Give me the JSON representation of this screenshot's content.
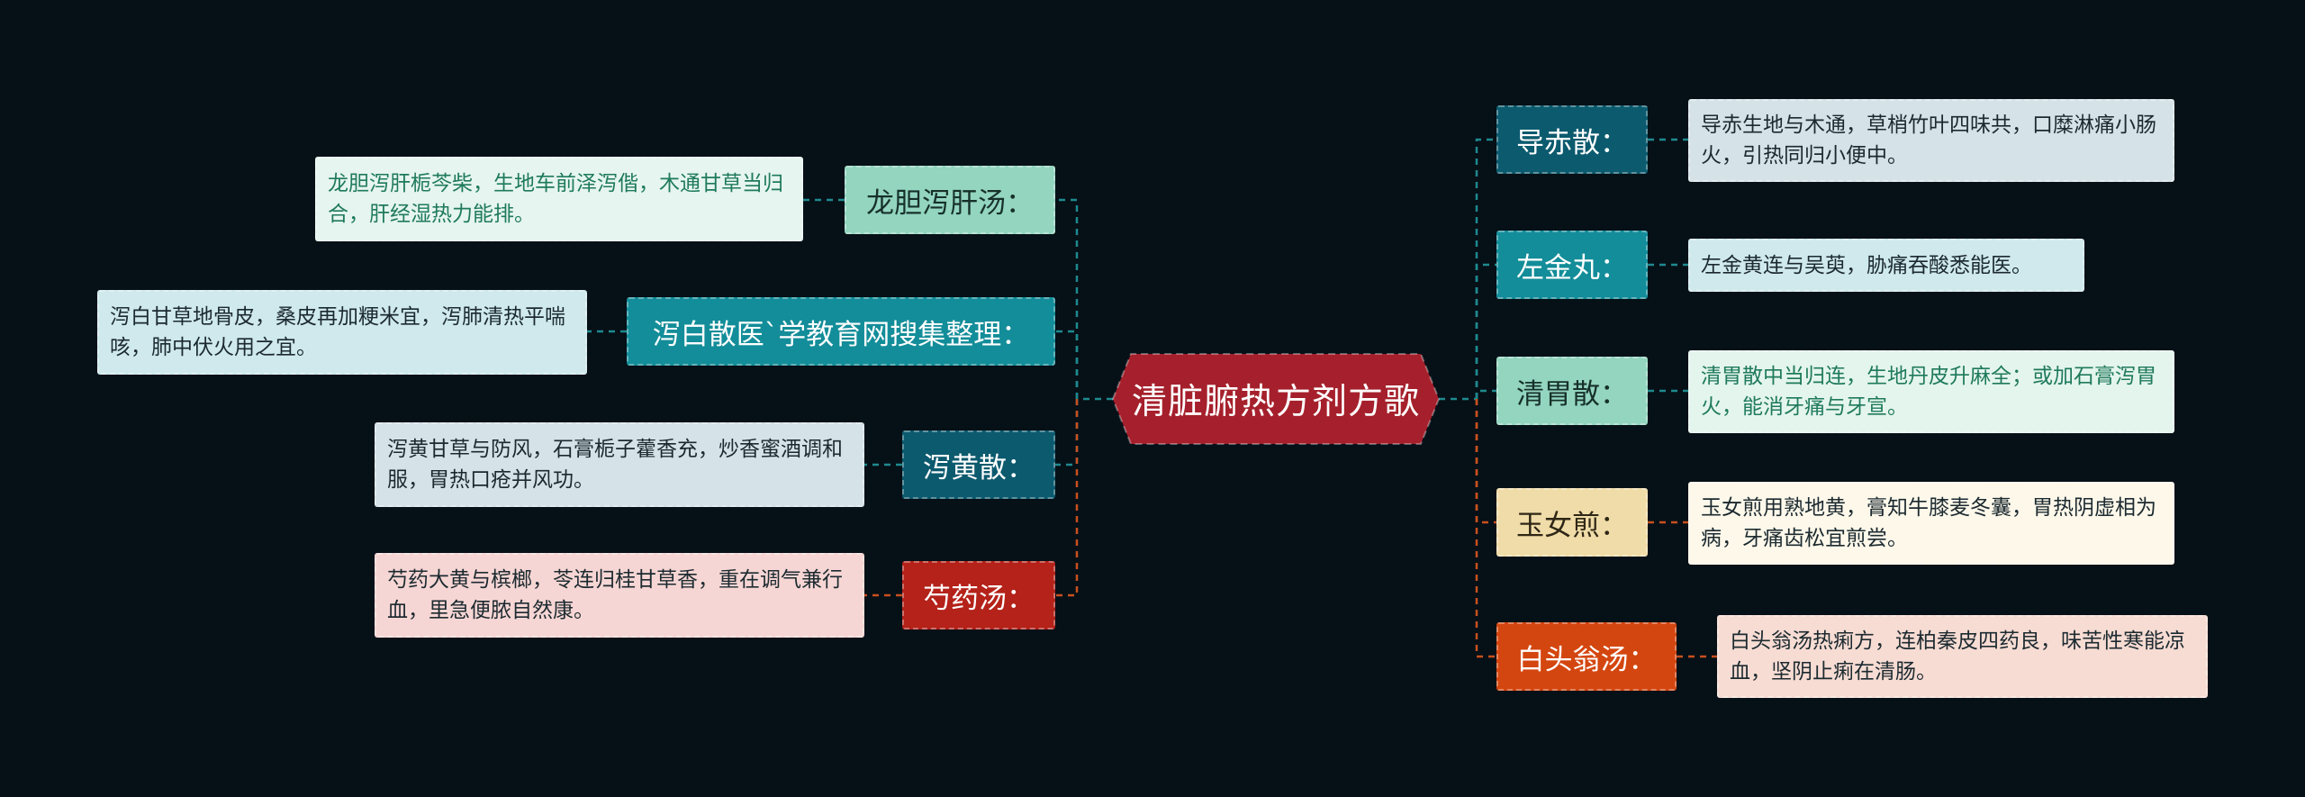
{
  "title": "清脏腑热方剂方歌",
  "colors": {
    "background": "#061017",
    "central": "#a5202c",
    "link_teal": "#1e8a8f",
    "link_orange": "#c8501e"
  },
  "right_branches": [
    {
      "topic": "导赤散：",
      "detail": "导赤生地与木通，草梢竹叶四味共，口糜淋痛小肠火，引热同归小便中。"
    },
    {
      "topic": "左金丸：",
      "detail": "左金黄连与吴萸，胁痛吞酸悉能医。"
    },
    {
      "topic": "清胃散：",
      "detail": "清胃散中当归连，生地丹皮升麻全；或加石膏泻胃火，能消牙痛与牙宣。"
    },
    {
      "topic": "玉女煎：",
      "detail": "玉女煎用熟地黄，膏知牛膝麦冬囊，胃热阴虚相为病，牙痛齿松宜煎尝。"
    },
    {
      "topic": "白头翁汤：",
      "detail": "白头翁汤热痢方，连柏秦皮四药良，味苦性寒能凉血，坚阴止痢在清肠。"
    }
  ],
  "left_branches": [
    {
      "topic": "龙胆泻肝汤：",
      "detail": "龙胆泻肝栀芩柴，生地车前泽泻偕，木通甘草当归合，肝经湿热力能排。"
    },
    {
      "topic": "泻白散医`学教育网搜集整理：",
      "detail": "泻白甘草地骨皮，桑皮再加粳米宜，泻肺清热平喘咳，肺中伏火用之宜。"
    },
    {
      "topic": "泻黄散：",
      "detail": "泻黄甘草与防风，石膏栀子藿香充，炒香蜜酒调和服，胃热口疮并风功。"
    },
    {
      "topic": "芍药汤：",
      "detail": "芍药大黄与槟榔，苓连归桂甘草香，重在调气兼行血，里急便脓自然康。"
    }
  ]
}
